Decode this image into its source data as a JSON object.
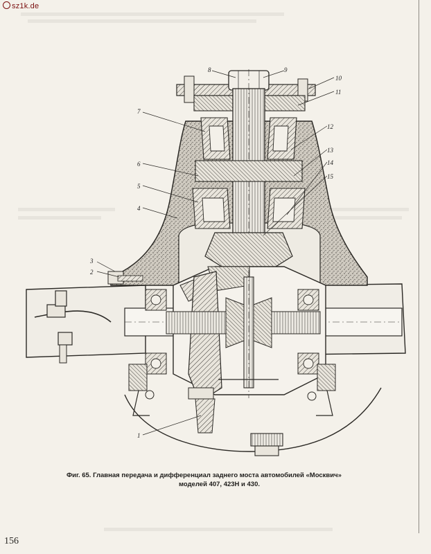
{
  "watermark": {
    "text": "sz1k.de"
  },
  "figure": {
    "callouts": [
      "1",
      "2",
      "3",
      "4",
      "5",
      "6",
      "7",
      "8",
      "9",
      "10",
      "11",
      "12",
      "13",
      "14",
      "15"
    ]
  },
  "caption": {
    "line1": "Фиг. 65. Главная передача  и  дифференциал заднего моста автомобилей «Москвич»",
    "line2": "моделей 407, 423Н и 430."
  },
  "page": {
    "number": "156"
  }
}
